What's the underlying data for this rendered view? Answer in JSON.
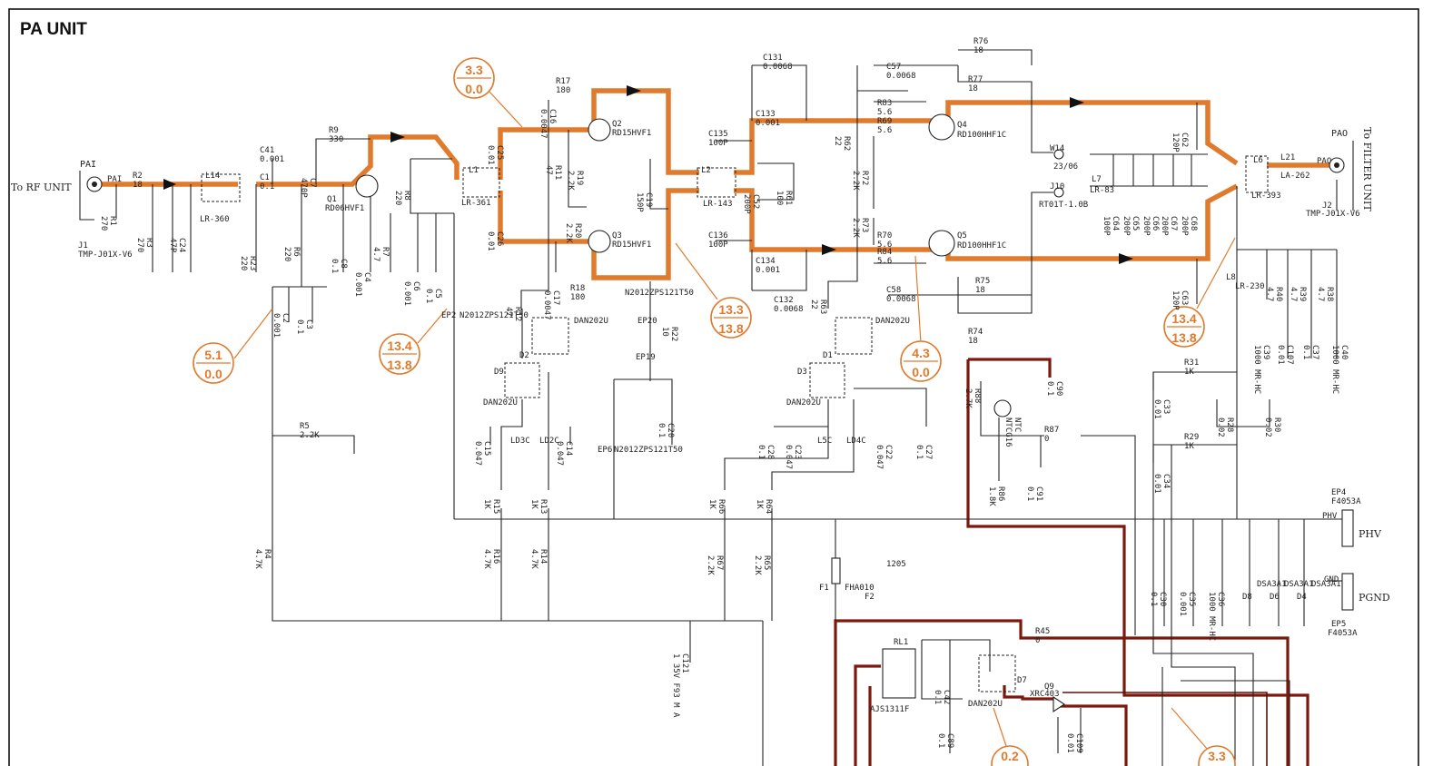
{
  "title": "PA UNIT",
  "side_labels": {
    "left": "To RF UNIT",
    "right": "To FILTER UNIT",
    "phv": "PHV",
    "pgnd": "PGND"
  },
  "connectors": {
    "pai": "PAI",
    "pai_pad": "PAI",
    "j1": "J1",
    "j1_part": "TMP-J01X-V6",
    "pao": "PAO",
    "pao_pad": "PAO",
    "j2": "J2",
    "j2_part": "TMP-J01X-V6",
    "ep4": "EP4",
    "ep4_part": "F4053A",
    "ep5": "EP5",
    "ep5_part": "F4053A",
    "phv_pin": "PHV",
    "gnd_pin": "GND"
  },
  "transistors": {
    "q1": "Q1",
    "q1_part": "RD06HVF1",
    "q2": "Q2",
    "q2_part": "RD15HVF1",
    "q3": "Q3",
    "q3_part": "RD15HVF1",
    "q4": "Q4",
    "q4_part": "RD100HHF1C",
    "q5": "Q5",
    "q5_part": "RD100HHF1C",
    "q9": "Q9",
    "q9_part": "XRC403"
  },
  "coils": {
    "l14": "L14",
    "l14_part": "LR-360",
    "l1": "L1",
    "l1_part": "LR-361",
    "l2": "L2",
    "l2_part": "LR-143",
    "l7": "L7",
    "l7_part": "LR-83",
    "l6": "L6",
    "l6_part": "LR-393",
    "l21": "L21",
    "l21_part": "LA-262",
    "l8": "L8",
    "l8_part": "LR-230",
    "w14": "W14",
    "w14_val": "23/06",
    "j10": "J10",
    "j10_val": "RT01T-1.0B"
  },
  "parts": [
    {
      "id": "R2",
      "v": "18"
    },
    {
      "id": "R1",
      "v": "270"
    },
    {
      "id": "R3",
      "v": "270"
    },
    {
      "id": "C24",
      "v": "47P"
    },
    {
      "id": "C41",
      "v": "0.001"
    },
    {
      "id": "C1",
      "v": "0.1"
    },
    {
      "id": "R23",
      "v": "220"
    },
    {
      "id": "R6",
      "v": "220"
    },
    {
      "id": "R9",
      "v": "330"
    },
    {
      "id": "C7",
      "v": "470P"
    },
    {
      "id": "C8",
      "v": "0.1"
    },
    {
      "id": "C4",
      "v": "0.001"
    },
    {
      "id": "R7",
      "v": "4.7"
    },
    {
      "id": "R8",
      "v": "220"
    },
    {
      "id": "C6",
      "v": "0.001"
    },
    {
      "id": "C5",
      "v": "0.1"
    },
    {
      "id": "C2",
      "v": "0.001"
    },
    {
      "id": "C3",
      "v": "0.1"
    },
    {
      "id": "C25",
      "v": "0.01"
    },
    {
      "id": "C26",
      "v": "0.01"
    },
    {
      "id": "C16",
      "v": "0.0047"
    },
    {
      "id": "R17",
      "v": "180"
    },
    {
      "id": "R11",
      "v": "47"
    },
    {
      "id": "R19",
      "v": "2.2K"
    },
    {
      "id": "R20",
      "v": "2.2K"
    },
    {
      "id": "C17",
      "v": "0.0047"
    },
    {
      "id": "R18",
      "v": "180"
    },
    {
      "id": "C19",
      "v": "150P"
    },
    {
      "id": "R12",
      "v": "47"
    },
    {
      "id": "C135",
      "v": "100P"
    },
    {
      "id": "C136",
      "v": "100P"
    },
    {
      "id": "C131",
      "v": "0.0068"
    },
    {
      "id": "C133",
      "v": "0.001"
    },
    {
      "id": "C52",
      "v": "200P"
    },
    {
      "id": "R61",
      "v": "100"
    },
    {
      "id": "C134",
      "v": "0.001"
    },
    {
      "id": "C132",
      "v": "0.0068"
    },
    {
      "id": "C57",
      "v": "0.0068"
    },
    {
      "id": "R62",
      "v": "22"
    },
    {
      "id": "R83",
      "v": "5.6"
    },
    {
      "id": "R69",
      "v": "5.6"
    },
    {
      "id": "R72",
      "v": "2.2K"
    },
    {
      "id": "R73",
      "v": "2.2K"
    },
    {
      "id": "R70",
      "v": "5.6"
    },
    {
      "id": "R84",
      "v": "5.6"
    },
    {
      "id": "C58",
      "v": "0.0068"
    },
    {
      "id": "R63",
      "v": "22"
    },
    {
      "id": "R76",
      "v": "18"
    },
    {
      "id": "R77",
      "v": "18"
    },
    {
      "id": "R75",
      "v": "18"
    },
    {
      "id": "R74",
      "v": "18"
    },
    {
      "id": "C62",
      "v": "120P"
    },
    {
      "id": "C63",
      "v": "120P"
    },
    {
      "id": "C64",
      "v": "100P"
    },
    {
      "id": "C65",
      "v": "200P"
    },
    {
      "id": "C66",
      "v": "200P"
    },
    {
      "id": "C67",
      "v": "200P"
    },
    {
      "id": "C68",
      "v": "200P"
    },
    {
      "id": "R40",
      "v": "4.7"
    },
    {
      "id": "R39",
      "v": "4.7"
    },
    {
      "id": "R38",
      "v": "4.7"
    },
    {
      "id": "C39",
      "v": "1000 MR-HC"
    },
    {
      "id": "C107",
      "v": "0.01"
    },
    {
      "id": "C37",
      "v": "0.1"
    },
    {
      "id": "C40",
      "v": "1000 MR-HC"
    },
    {
      "id": "R31",
      "v": "1K"
    },
    {
      "id": "C33",
      "v": "0.01"
    },
    {
      "id": "R28",
      "v": "0.02"
    },
    {
      "id": "R30",
      "v": "0.02"
    },
    {
      "id": "R29",
      "v": "1K"
    },
    {
      "id": "C34",
      "v": "0.01"
    },
    {
      "id": "R88",
      "v": "2.7K"
    },
    {
      "id": "NTC",
      "v": "NTCG16"
    },
    {
      "id": "C90",
      "v": "0.1"
    },
    {
      "id": "R87",
      "v": "0"
    },
    {
      "id": "R86",
      "v": "1.8K"
    },
    {
      "id": "C91",
      "v": "0.1"
    },
    {
      "id": "R5",
      "v": "2.2K"
    },
    {
      "id": "R4",
      "v": "4.7K"
    },
    {
      "id": "R16",
      "v": "4.7K"
    },
    {
      "id": "R14",
      "v": "4.7K"
    },
    {
      "id": "R15",
      "v": "1K"
    },
    {
      "id": "R13",
      "v": "1K"
    },
    {
      "id": "C15",
      "v": "0.047"
    },
    {
      "id": "C14",
      "v": "0.047"
    },
    {
      "id": "R22",
      "v": "10"
    },
    {
      "id": "C20",
      "v": "0.1"
    },
    {
      "id": "C28",
      "v": "0.1"
    },
    {
      "id": "C23",
      "v": "0.047"
    },
    {
      "id": "C22",
      "v": "0.047"
    },
    {
      "id": "C27",
      "v": "0.1"
    },
    {
      "id": "R66",
      "v": "1K"
    },
    {
      "id": "R64",
      "v": "1K"
    },
    {
      "id": "R67",
      "v": "2.2K"
    },
    {
      "id": "R65",
      "v": "2.2K"
    },
    {
      "id": "C121",
      "v": "1 35V F93 M A"
    },
    {
      "id": "C30",
      "v": "0.1"
    },
    {
      "id": "C35",
      "v": "0.001"
    },
    {
      "id": "C36",
      "v": "1000 MR-HC"
    },
    {
      "id": "R45",
      "v": "0"
    },
    {
      "id": "C42",
      "v": "0.1"
    },
    {
      "id": "C89",
      "v": "0.1"
    },
    {
      "id": "C109",
      "v": "0.01"
    }
  ],
  "diodes": {
    "d1": "D1",
    "d2": "D2",
    "d3": "D3",
    "d9": "D9",
    "d7": "D7",
    "dan": "DAN202U",
    "d8": "D8",
    "d6": "D6",
    "d4": "D4",
    "dsa": "DSA3A1"
  },
  "nets": {
    "ld3c": "LD3C",
    "ld2c": "LD2C",
    "l5c": "L5C",
    "ld4c": "LD4C",
    "ep2": "EP2",
    "ep6": "EP6",
    "ep19": "EP19",
    "ep20": "EP20",
    "bead": "N2012ZPS121T50"
  },
  "fuses": {
    "f1": "F1",
    "f1_part": "FHA010",
    "f2": "F2",
    "f2_part": "1205"
  },
  "relay": {
    "rl1": "RL1",
    "part": "AJS1311F"
  },
  "voltage_tags": [
    {
      "top": "5.1",
      "bottom": "0.0"
    },
    {
      "top": "13.4",
      "bottom": "13.8"
    },
    {
      "top": "3.3",
      "bottom": "0.0"
    },
    {
      "top": "13.3",
      "bottom": "13.8"
    },
    {
      "top": "4.3",
      "bottom": "0.0"
    },
    {
      "top": "13.4",
      "bottom": "13.8"
    },
    {
      "top": "0.2",
      "bottom": ""
    },
    {
      "top": "3.3",
      "bottom": ""
    }
  ],
  "colors": {
    "highlight": "#e07a2c",
    "power_trace": "#7a1a0e",
    "line": "#222222"
  }
}
